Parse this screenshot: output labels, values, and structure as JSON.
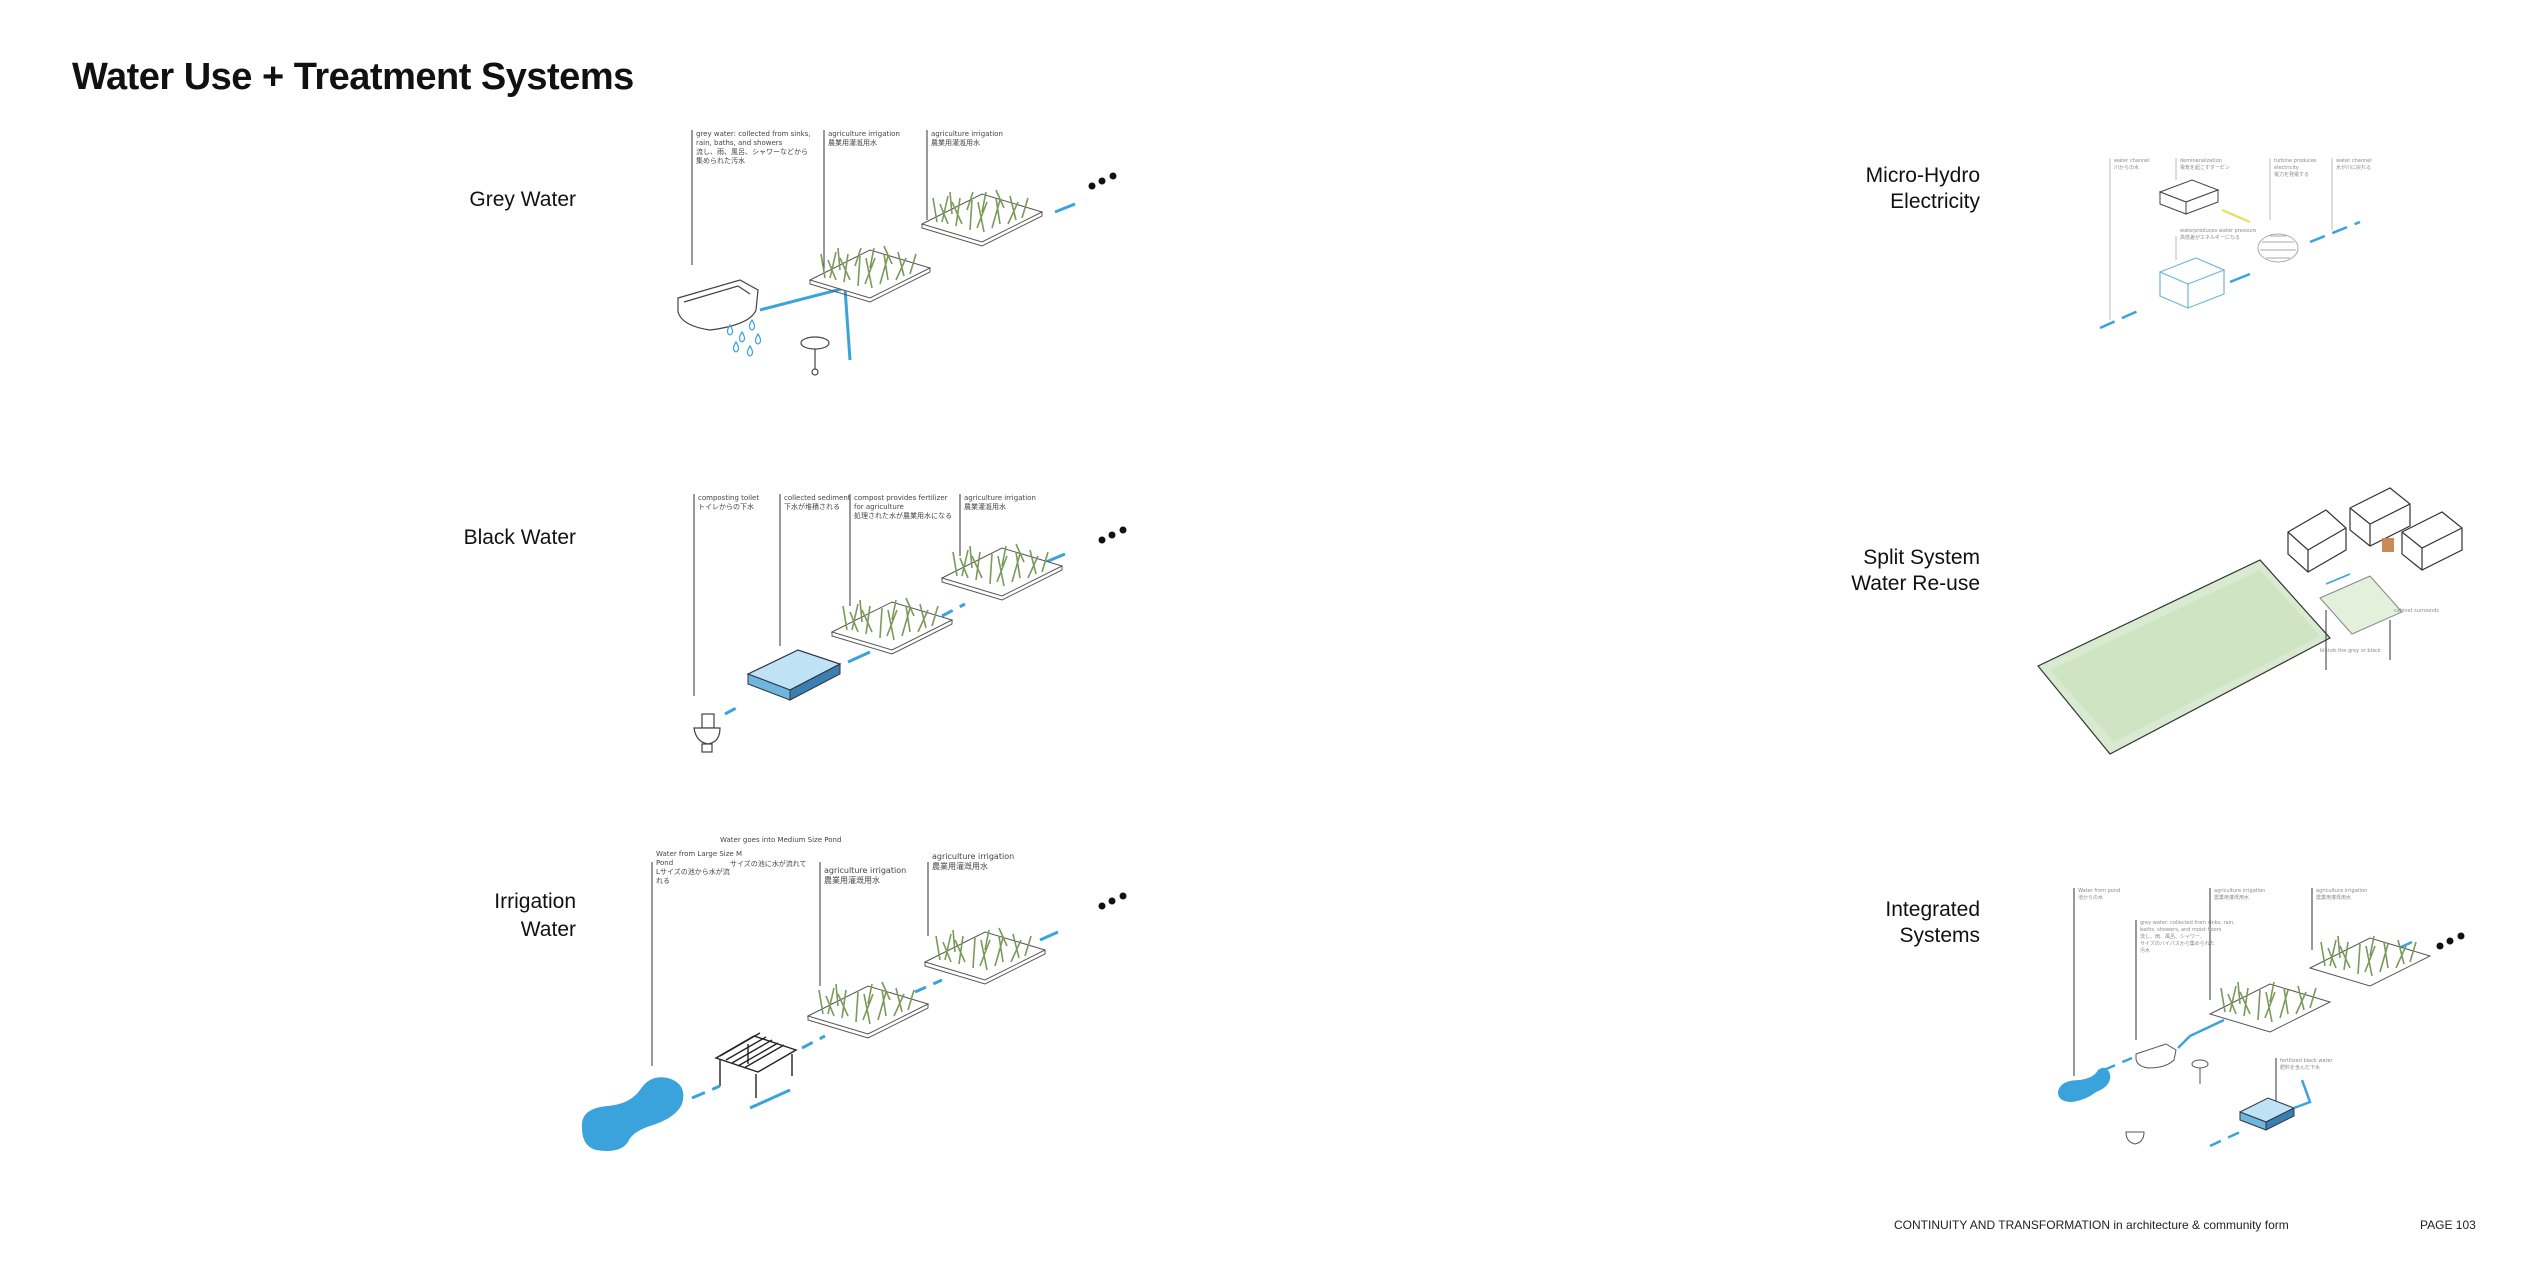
{
  "page": {
    "title": "Water Use + Treatment Systems",
    "footer_text": "CONTINUITY AND TRANSFORMATION in architecture & community form",
    "page_number": "PAGE 103"
  },
  "colors": {
    "water": "#3aa3dc",
    "plant": "#7a9a5a",
    "line": "#333333",
    "field": "#c9e0bb"
  },
  "systems": {
    "grey": {
      "label": "Grey Water",
      "ann1": "grey water: collected from sinks,\nrain, baths, and showers\n流し、雨、風呂、シャワーなどから\n集められた汚水",
      "ann2": "agriculture irrigation\n農業用灌漑用水",
      "ann3": "agriculture irrigation\n農業用灌漑用水"
    },
    "black": {
      "label": "Black Water",
      "ann1": "composting toilet\nトイレからの下水",
      "ann2": "collected sediment\n下水が堆積される",
      "ann3": "compost provides fertilizer\nfor agriculture\n処理された水が農業用水になる",
      "ann4": "agriculture irrigation\n農業灌漑用水"
    },
    "irrigation": {
      "label_line1": "Irrigation",
      "label_line2": "Water",
      "ann_top": "Water goes into Medium Size Pond",
      "ann1": "Water from Large Size M\nPond\nLサイズの池から水が流\nれる",
      "ann1b": "サイズの池に水が流れて",
      "ann2": "agriculture irrigation\n農業用灌漑用水",
      "ann3": "agriculture irrigation\n農業用灌漑用水"
    },
    "microhydro": {
      "label_line1": "Micro-Hydro",
      "label_line2": "Electricity",
      "ann1": "water channel\n川からの水",
      "ann2": "demineralization\n電気を起こすタービン",
      "ann3": "turbine produces electricity\n電力を発電する",
      "ann4": "water channel\n水が川に戻れる",
      "ann5": "waterproduces water pressure\n高低差がエネルギーになる"
    },
    "split": {
      "label_line1": "Split System",
      "label_line2": "Water Re-use",
      "ann1": "cabinet surrounds",
      "ann2": "blends the grey or black"
    },
    "integrated": {
      "label_line1": "Integrated",
      "label_line2": "Systems",
      "ann1": "Water from pond\n池からの水",
      "ann2": "agriculture irrigation\n農業用灌漑用水",
      "ann3": "agriculture irrigation\n農業用灌漑用水",
      "ann4": "grey water: collected from sinks, rain,\nbaths, showers, and moist floors\n流し、雨、風呂、シャワー、\nサイズのバイパスから集められた\n汚水",
      "ann5": "fertilized black water\n肥料を含んだ下水"
    }
  }
}
